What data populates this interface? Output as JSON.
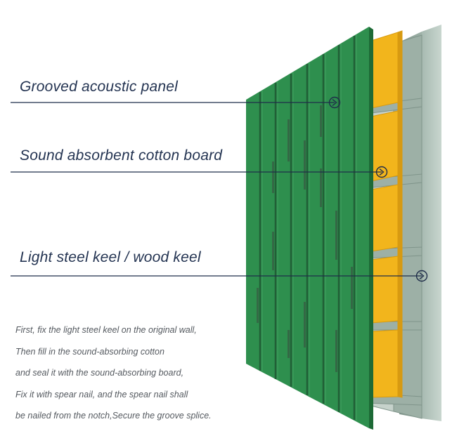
{
  "labels": {
    "panel": "Grooved acoustic panel",
    "cotton": "Sound absorbent cotton board",
    "keel": "Light steel keel / wood keel"
  },
  "description": [
    "First, fix the light steel keel on the original wall,",
    "Then fill in the sound-absorbing cotton",
    "and seal it with the sound-absorbing board,",
    "Fix it with spear nail, and the spear nail shall",
    "be nailed from the notch,Secure the groove splice."
  ],
  "colors": {
    "panel": "#2e8f4e",
    "panel_dark": "#1f6b38",
    "cotton": "#f2b51c",
    "keel": "#9fb3a8",
    "wall": "#b8c8c0",
    "line": "#1f2d4a"
  },
  "icons": [
    "arrow-circle-icon"
  ]
}
